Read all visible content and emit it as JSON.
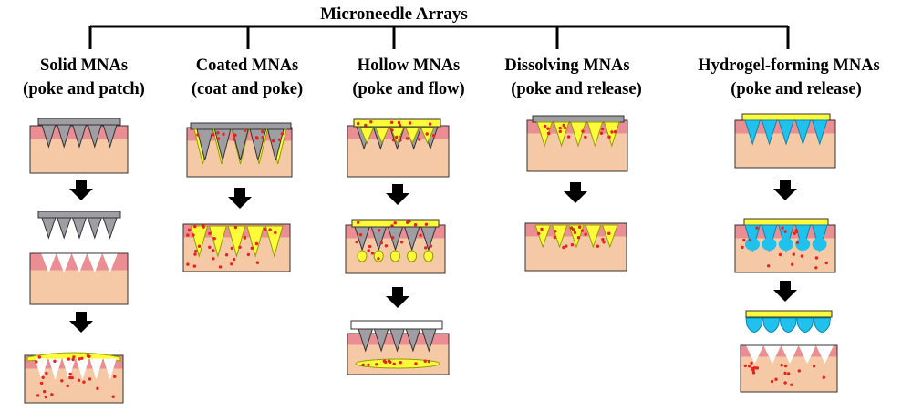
{
  "title": "Microneedle Arrays",
  "columns": [
    {
      "name": "Solid MNAs",
      "subtitle": "(poke and patch)"
    },
    {
      "name": "Coated MNAs",
      "subtitle": "(coat and poke)"
    },
    {
      "name": "Hollow MNAs",
      "subtitle": "(poke and flow)"
    },
    {
      "name": "Dissolving MNAs",
      "subtitle": "(poke and release)"
    },
    {
      "name": "Hydrogel-forming MNAs",
      "subtitle": "(poke and release)"
    }
  ],
  "colors": {
    "skin": "#f6c9a6",
    "skin_top": "#ea8e93",
    "needle_gray": "#9e9ea3",
    "drug_yellow": "#fffa3a",
    "drug_dot": "#e8221c",
    "hydrogel_blue": "#21c1ee",
    "arrow": "#000000"
  },
  "icons": [
    "down-arrow-icon"
  ]
}
